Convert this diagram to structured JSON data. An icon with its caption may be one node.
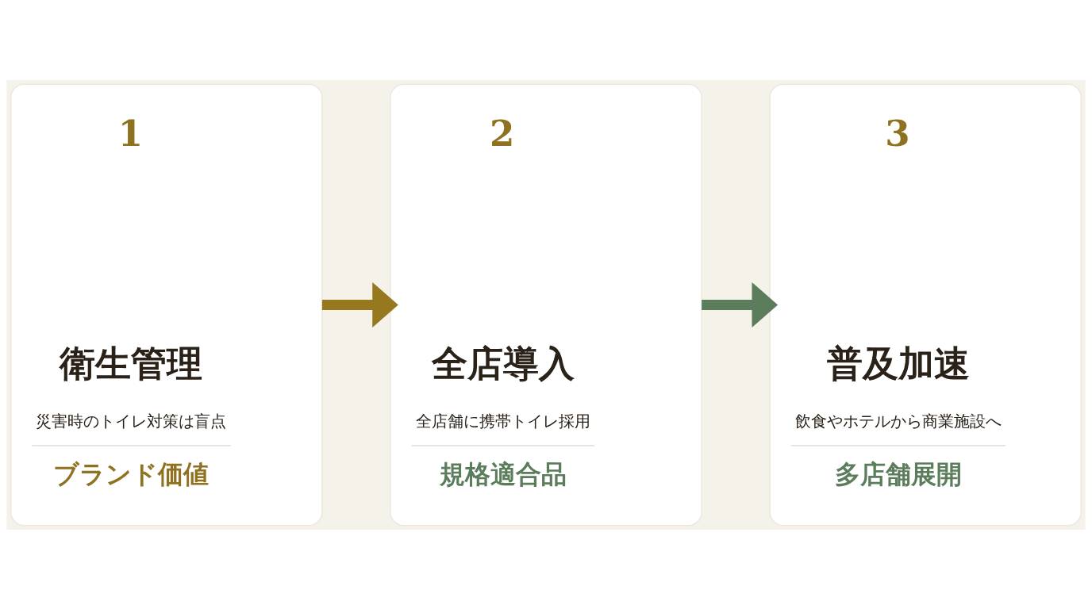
{
  "diagram": {
    "nodes": [
      {
        "text": [
          "1",
          "衛生管理",
          "災害時のトイレ対策は盲点",
          "ブランド価値"
        ]
      },
      {
        "text": [
          "2",
          "全店導入",
          "全店舗に携帯トイレ採用",
          "規格適合品"
        ]
      },
      {
        "text": [
          "3",
          "普及加速",
          "飲食やホテルから商業施設へ",
          "多店舗展開"
        ]
      }
    ],
    "edges": [
      {
        "from": 0,
        "to": 1,
        "arrow": "to",
        "color": "#96781f"
      },
      {
        "from": 1,
        "to": 2,
        "arrow": "to",
        "color": "#5b7d5c"
      }
    ]
  }
}
